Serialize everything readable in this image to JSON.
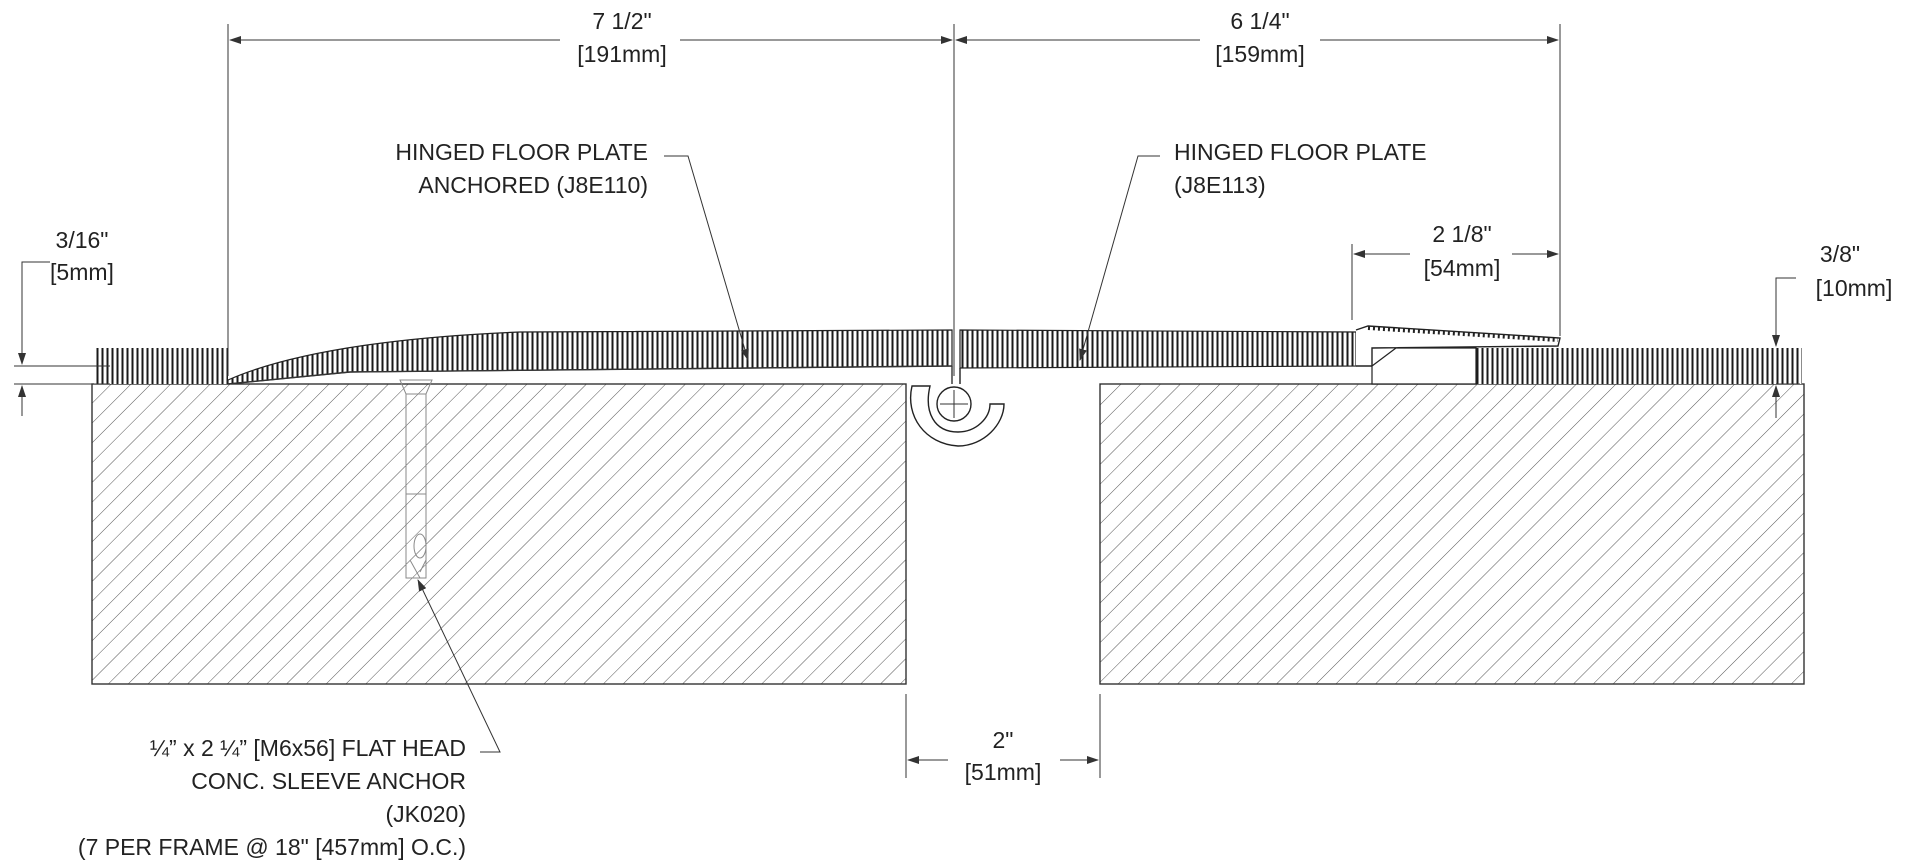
{
  "dimensions": {
    "left_width_in": "7 1/2\"",
    "left_width_mm": "[191mm]",
    "right_width_in": "6 1/4\"",
    "right_width_mm": "[159mm]",
    "plate_thickness_in": "3/16\"",
    "plate_thickness_mm": "[5mm]",
    "overlap_in": "2 1/8\"",
    "overlap_mm": "[54mm]",
    "recess_depth_in": "3/8\"",
    "recess_depth_mm": "[10mm]",
    "gap_in": "2\"",
    "gap_mm": "[51mm]"
  },
  "callouts": {
    "anchored_plate_line1": "HINGED FLOOR PLATE",
    "anchored_plate_line2": "ANCHORED (J8E110)",
    "plate_line1": "HINGED FLOOR PLATE",
    "plate_line2": "(J8E113)",
    "anchor_line1": "¼” x 2 ¼” [M6x56] FLAT HEAD",
    "anchor_line2": "CONC. SLEEVE ANCHOR",
    "anchor_line3": "(JK020)",
    "anchor_line4": "(7 PER FRAME @ 18\" [457mm] O.C.)"
  }
}
